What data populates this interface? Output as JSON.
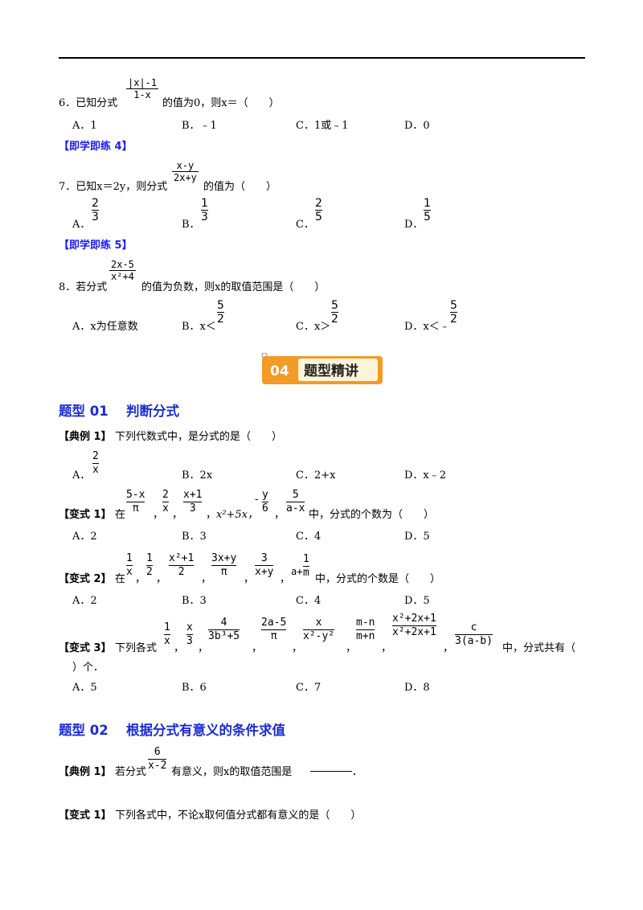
{
  "q6": {
    "prefix": "6．已知分式",
    "frac_num": "|x|-1",
    "frac_den": "1-x",
    "suffix": "的值为0，则x＝（　　）",
    "options": [
      "A．1",
      "B．﹣1",
      "C．1或﹣1",
      "D．0"
    ]
  },
  "tag4": "【即学即练 4】",
  "q7": {
    "prefix": "7．已知x＝2y，则分式",
    "frac_num": "x-y",
    "frac_den": "2x+y",
    "suffix": "的值为（　　）",
    "options": [
      {
        "label": "A．",
        "num": "2",
        "den": "3"
      },
      {
        "label": "B．",
        "num": "1",
        "den": "3"
      },
      {
        "label": "C．",
        "num": "2",
        "den": "5"
      },
      {
        "label": "D．",
        "num": "1",
        "den": "5"
      }
    ]
  },
  "tag5": "【即学即练 5】",
  "q8": {
    "prefix": "8．若分式",
    "frac_num": "2x-5",
    "frac_den": "x²+4",
    "suffix": "的值为负数，则x的取值范围是（　　）",
    "options": [
      {
        "label": "A．x为任意数"
      },
      {
        "label": "B．x＜",
        "num": "5",
        "den": "2"
      },
      {
        "label": "C．x＞",
        "num": "5",
        "den": "2"
      },
      {
        "label": "D．x＜﹣",
        "num": "5",
        "den": "2"
      }
    ]
  },
  "badge": {
    "number": "04",
    "title": "题型精讲"
  },
  "type01": {
    "heading": "题型 01　 判断分式",
    "ex1": {
      "tag": "【典例 1】",
      "text": "下列代数式中，是分式的是（　　）",
      "options": [
        {
          "label": "A．",
          "num": "2",
          "den": "x"
        },
        {
          "label": "B．2x"
        },
        {
          "label": "C．2+x"
        },
        {
          "label": "D．x﹣2"
        }
      ]
    },
    "var1": {
      "tag": "【变式 1】",
      "prefix": "在",
      "fracs": [
        [
          "5-x",
          "π"
        ],
        [
          "2",
          "x"
        ],
        [
          "x+1",
          "3"
        ]
      ],
      "mid": "x²+5x，",
      "fracs2": [
        [
          "y",
          "6"
        ],
        [
          "5",
          "a-x"
        ]
      ],
      "neg": "-",
      "suffix": "中，分式的个数为（　　）",
      "options": [
        "A．2",
        "B．3",
        "C．4",
        "D．5"
      ]
    },
    "var2": {
      "tag": "【变式 2】",
      "prefix": "在",
      "fracs": [
        [
          "1",
          "x"
        ],
        [
          "1",
          "2"
        ],
        [
          "x²+1",
          "2"
        ],
        [
          "3x+y",
          "π"
        ],
        [
          "3",
          "x+y"
        ]
      ],
      "last_a": "a+",
      "last_num": "1",
      "last_den": "m",
      "suffix": "中，分式的个数是（　　）",
      "options": [
        "A．2",
        "B．3",
        "C．4",
        "D．5"
      ]
    },
    "var3": {
      "tag": "【变式 3】",
      "prefix": "下列各式",
      "fracs": [
        [
          "1",
          "x"
        ],
        [
          "x",
          "3"
        ],
        [
          "4",
          "3b³+5"
        ],
        [
          "2a-5",
          "π"
        ],
        [
          "x",
          "x²-y²"
        ],
        [
          "m-n",
          "m+n"
        ],
        [
          "x²+2x+1",
          "x²+2x+1"
        ],
        [
          "c",
          "3(a-b)"
        ]
      ],
      "suffix": "中，分式共有（",
      "line2": "）个．",
      "options": [
        "A．5",
        "B．6",
        "C．7",
        "D．8"
      ]
    }
  },
  "type02": {
    "heading": "题型 02　 根据分式有意义的条件求值",
    "ex1": {
      "tag": "【典例 1】",
      "prefix": "若分式",
      "frac_num": "6",
      "frac_den": "x-2",
      "suffix": "有意义，则x的取值范围是",
      "end": "．"
    },
    "var1": {
      "tag": "【变式 1】",
      "text": "下列各式中，不论x取何值分式都有意义的是（　　）"
    }
  }
}
